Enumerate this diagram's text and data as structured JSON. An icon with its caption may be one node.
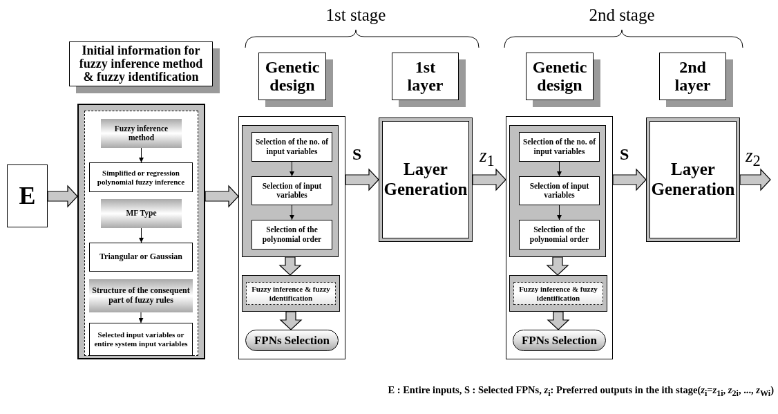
{
  "diagram": {
    "caption": "E : Entire inputs, S : Selected FPNs, *z*$_{i}$: Preferred outputs in the ith stage(*z*$_{i}$=*z*$_{1i}$, *z*$_{2i}$, ..., *z*$_{Wi}$)",
    "nodes": [
      {
        "text": [
          "E"
        ]
      },
      {
        "text": [
          "Initial information for fuzzy inference method & fuzzy identification"
        ]
      },
      {
        "text": [
          "Fuzzy inference method"
        ],
        "in": 1
      },
      {
        "text": [
          "Simplified or regression polynomial fuzzy inference"
        ],
        "in": 1
      },
      {
        "text": [
          "MF Type"
        ],
        "in": 1
      },
      {
        "text": [
          "Triangular or Gaussian"
        ],
        "in": 1
      },
      {
        "text": [
          "Structure of the consequent part of fuzzy rules"
        ],
        "in": 1
      },
      {
        "text": [
          "Selected input variables or entire system input variables"
        ],
        "in": 1
      },
      {
        "text": [
          "Genetic design"
        ]
      },
      {
        "text": [],
        "shape": "box",
        "in": 8
      },
      {
        "text": [
          "Selection of the no. of input variables"
        ],
        "in": 9
      },
      {
        "text": [
          "Selection of input variables"
        ],
        "in": 9
      },
      {
        "text": [
          "Selection of the polynomial order"
        ],
        "in": 9
      },
      {
        "text": [
          "Fuzzy inference & fuzzy identification"
        ],
        "in": 8
      },
      {
        "text": [
          "FPNs Selection"
        ],
        "in": 8
      },
      {
        "text": [
          "1st layer",
          "Layer Generation"
        ]
      },
      {
        "text": [
          "Genetic design"
        ]
      },
      {
        "text": [],
        "shape": "box",
        "in": 16
      },
      {
        "text": [
          "Selection of the no. of input variables"
        ],
        "in": 17
      },
      {
        "text": [
          "Selection of input variables"
        ],
        "in": 17
      },
      {
        "text": [
          "Selection of the polynomial order"
        ],
        "in": 17
      },
      {
        "text": [
          "Fuzzy inference & fuzzy identification"
        ],
        "in": 16
      },
      {
        "text": [
          "FPNs Selection"
        ],
        "in": 16
      },
      {
        "text": [
          "2nd layer",
          "Layer Generation"
        ]
      }
    ],
    "edges": [
      {
        "from": 0,
        "to": 1,
        "arrow": "to",
        "style": "thick"
      },
      {
        "from": 2,
        "to": 3,
        "arrow": "to"
      },
      {
        "from": 4,
        "to": 5,
        "arrow": "to"
      },
      {
        "from": 6,
        "to": 7,
        "arrow": "to"
      },
      {
        "from": 1,
        "to": 8,
        "arrow": "to",
        "style": "thick"
      },
      {
        "from": 10,
        "to": 11,
        "arrow": "to"
      },
      {
        "from": 11,
        "to": 12,
        "arrow": "to"
      },
      {
        "from": 9,
        "to": 13,
        "arrow": "to",
        "style": "thick"
      },
      {
        "from": 13,
        "to": 14,
        "arrow": "to",
        "style": "thick"
      },
      {
        "from": 8,
        "to": 15,
        "arrow": "to",
        "style": "thick",
        "label": "S"
      },
      {
        "from": 15,
        "to": 16,
        "arrow": "to",
        "style": "thick",
        "label": "*z*$_{1}$"
      },
      {
        "from": 18,
        "to": 19,
        "arrow": "to"
      },
      {
        "from": 19,
        "to": 20,
        "arrow": "to"
      },
      {
        "from": 17,
        "to": 21,
        "arrow": "to",
        "style": "thick"
      },
      {
        "from": 21,
        "to": 22,
        "arrow": "to",
        "style": "thick"
      },
      {
        "from": 16,
        "to": 23,
        "arrow": "to",
        "style": "thick",
        "label": "S"
      },
      {
        "from": 23,
        "to": null,
        "arrow": "to",
        "style": "thick",
        "label": "*z*$_{2}$"
      }
    ],
    "labels": [
      "1st stage",
      "2nd stage"
    ]
  }
}
